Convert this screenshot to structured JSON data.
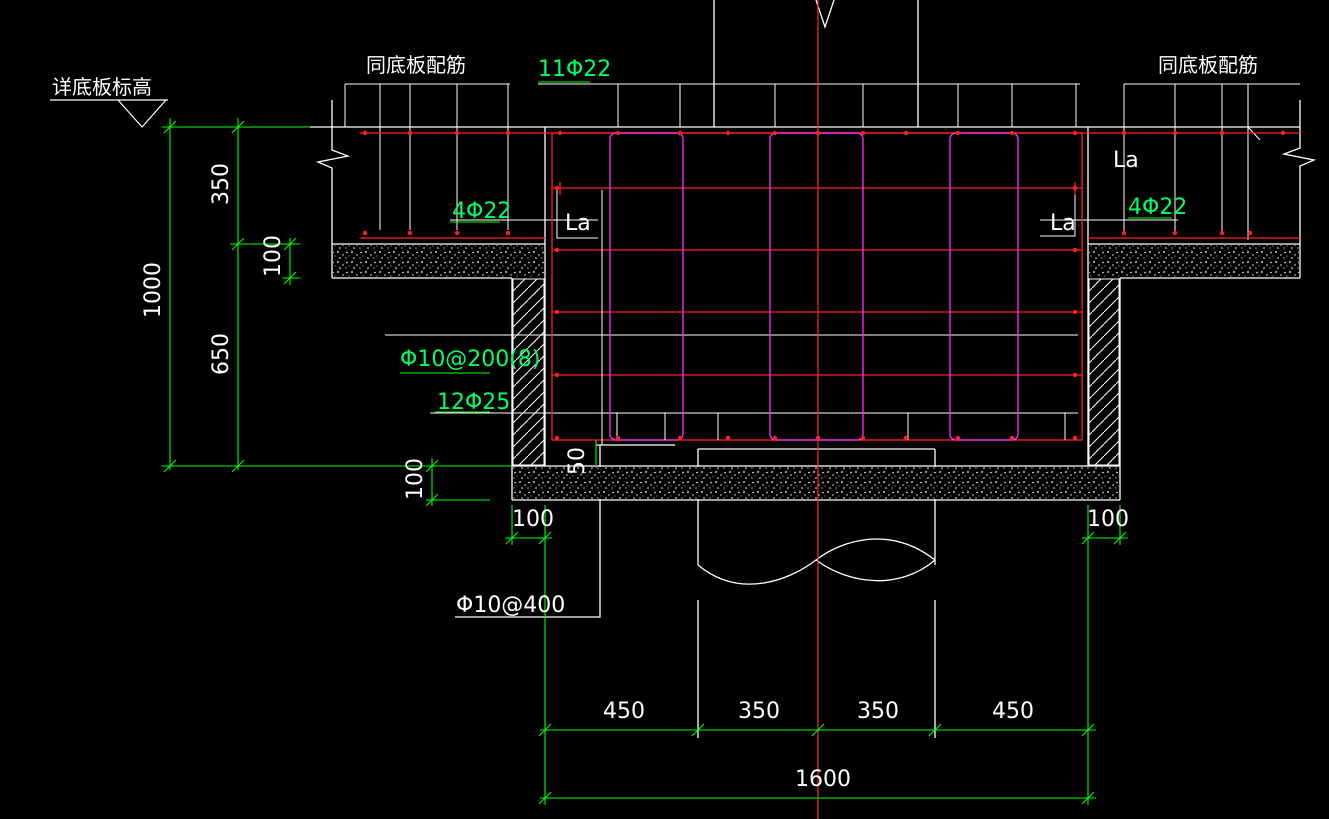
{
  "colors": {
    "background": "#000000",
    "structure": "#ffffff",
    "dimension": "#00ff00",
    "rebar": "#ff2020",
    "stirrup": "#ff30ff",
    "centerline": "#ff2a2a",
    "label": "#00ff66"
  },
  "labels": {
    "elevation_note": "详底板标高",
    "left_bottom_slab": "同底板配筋",
    "right_bottom_slab": "同底板配筋",
    "top_bars": "11Φ22",
    "left_side_bars": "4Φ22",
    "right_side_bars": "4Φ22",
    "anchor_left": "La",
    "anchor_right": "La",
    "anchor_top_right": "La",
    "stirrups": "Φ10@200(8)",
    "bottom_bars": "12Φ25",
    "tie_bars": "Φ10@400"
  },
  "dims": {
    "v_350": "350",
    "v_100a": "100",
    "v_1000": "1000",
    "v_650": "650",
    "v_50": "50",
    "v_100b": "100",
    "h_100_left": "100",
    "h_100_right": "100",
    "h_450a": "450",
    "h_350a": "350",
    "h_350b": "350",
    "h_450b": "450",
    "h_1600": "1600"
  }
}
